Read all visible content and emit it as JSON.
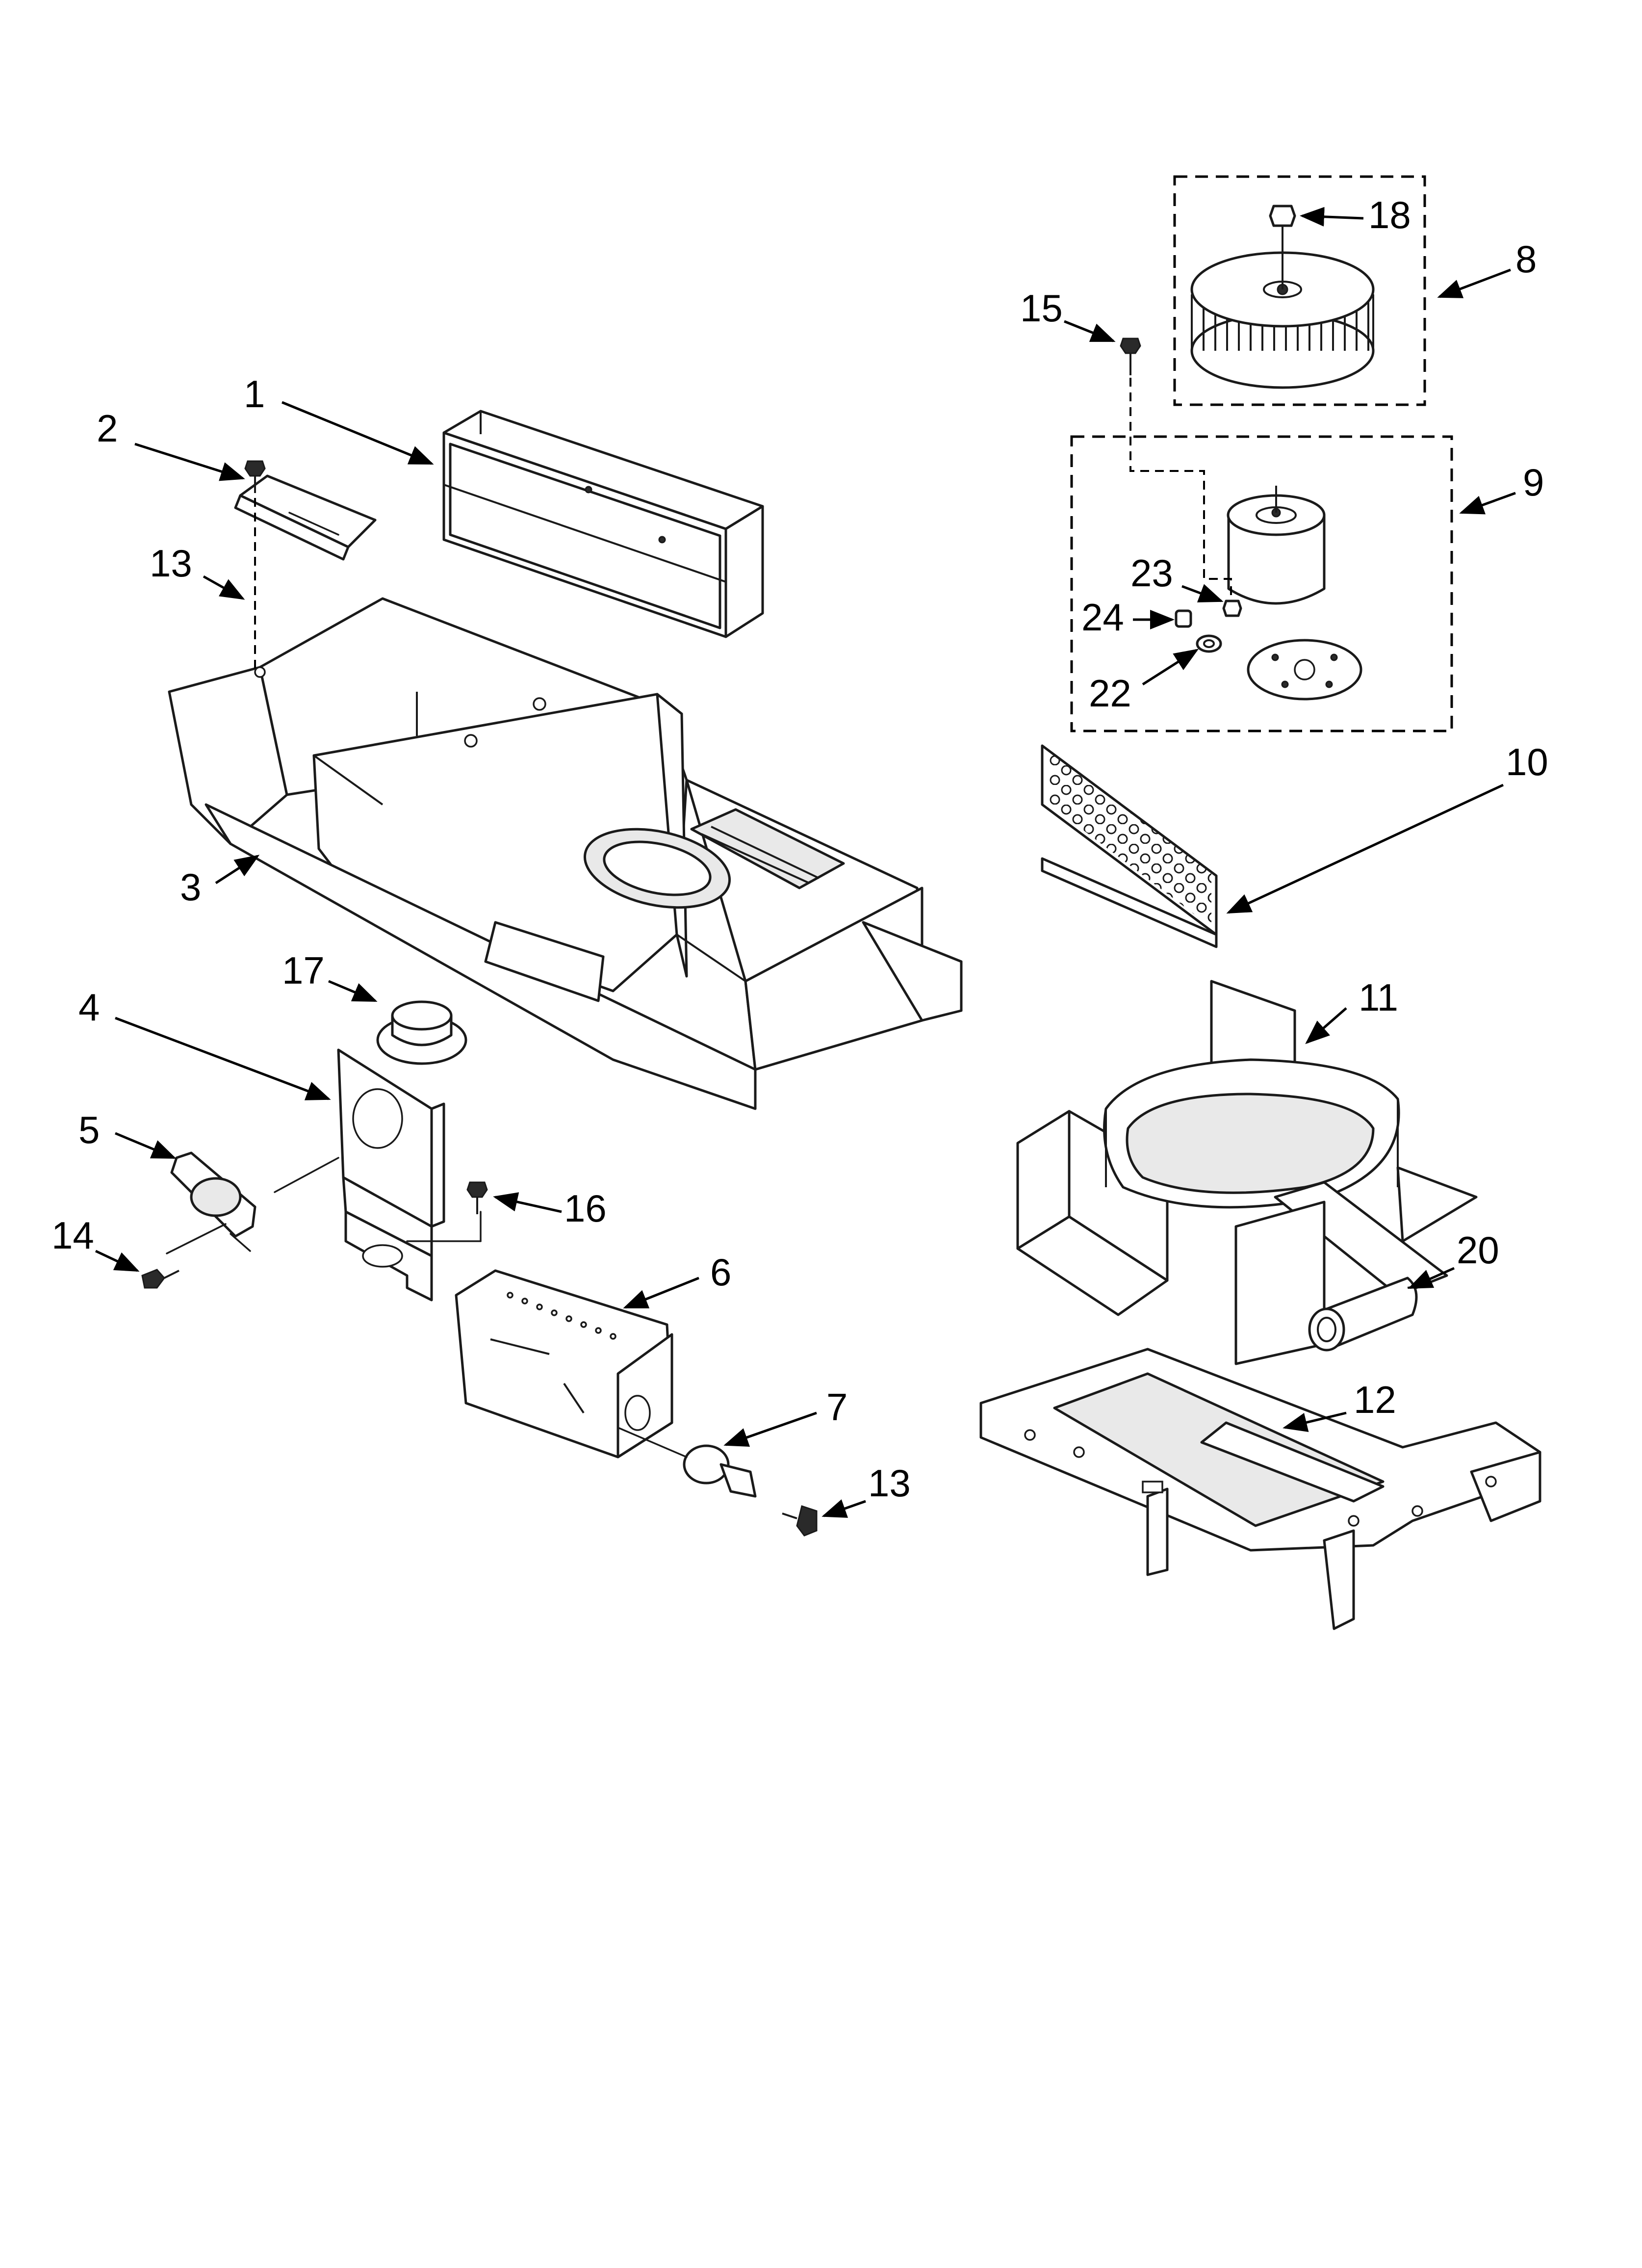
{
  "callouts": [
    {
      "id": "c1",
      "text": "1"
    },
    {
      "id": "c2",
      "text": "2"
    },
    {
      "id": "c3",
      "text": "3"
    },
    {
      "id": "c4",
      "text": "4"
    },
    {
      "id": "c5",
      "text": "5"
    },
    {
      "id": "c6",
      "text": "6"
    },
    {
      "id": "c7",
      "text": "7"
    },
    {
      "id": "c8",
      "text": "8"
    },
    {
      "id": "c9",
      "text": "9"
    },
    {
      "id": "c10",
      "text": "10"
    },
    {
      "id": "c11",
      "text": "11"
    },
    {
      "id": "c12",
      "text": "12"
    },
    {
      "id": "c13a",
      "text": "13"
    },
    {
      "id": "c13b",
      "text": "13"
    },
    {
      "id": "c14",
      "text": "14"
    },
    {
      "id": "c15",
      "text": "15"
    },
    {
      "id": "c16",
      "text": "16"
    },
    {
      "id": "c17",
      "text": "17"
    },
    {
      "id": "c18",
      "text": "18"
    },
    {
      "id": "c20",
      "text": "20"
    },
    {
      "id": "c22",
      "text": "22"
    },
    {
      "id": "c23",
      "text": "23"
    },
    {
      "id": "c24",
      "text": "24"
    }
  ]
}
